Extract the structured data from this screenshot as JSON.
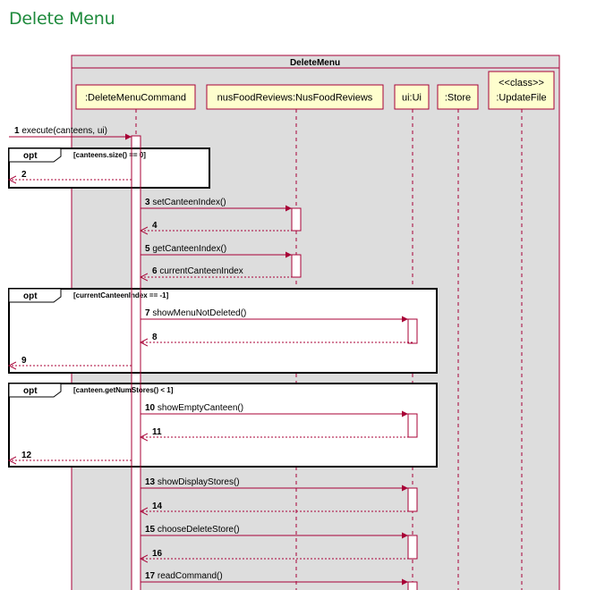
{
  "page": {
    "heading": "Delete Menu"
  },
  "diagram": {
    "box_title": "DeleteMenu",
    "colors": {
      "box_fill": "#dddddd",
      "box_border": "#a80036",
      "participant_fill": "#fefece",
      "arrow": "#a80036",
      "green_heading": "#1e8a3c"
    },
    "participants": [
      {
        "id": "cmd",
        "label": ":DeleteMenuCommand"
      },
      {
        "id": "nfr",
        "label": "nusFoodReviews:NusFoodReviews"
      },
      {
        "id": "ui",
        "label": "ui:Ui"
      },
      {
        "id": "store",
        "label": ":Store"
      },
      {
        "id": "uf",
        "label_line1": "<<class>>",
        "label_line2": ":UpdateFile"
      }
    ],
    "fragments": [
      {
        "keyword": "opt",
        "condition": "[canteens.size() == 0]"
      },
      {
        "keyword": "opt",
        "condition": "[currentCanteenIndex == -1]"
      },
      {
        "keyword": "opt",
        "condition": "[canteen.getNumStores() < 1]"
      }
    ],
    "messages": [
      {
        "num": "1",
        "text": "execute(canteens, ui)",
        "from": "left",
        "to": "cmd",
        "type": "call"
      },
      {
        "num": "2",
        "text": "",
        "from": "cmd",
        "to": "left",
        "type": "return"
      },
      {
        "num": "3",
        "text": "setCanteenIndex()",
        "from": "cmd",
        "to": "nfr",
        "type": "call"
      },
      {
        "num": "4",
        "text": "",
        "from": "nfr",
        "to": "cmd",
        "type": "return"
      },
      {
        "num": "5",
        "text": "getCanteenIndex()",
        "from": "cmd",
        "to": "nfr",
        "type": "call"
      },
      {
        "num": "6",
        "text": "currentCanteenIndex",
        "from": "nfr",
        "to": "cmd",
        "type": "return"
      },
      {
        "num": "7",
        "text": "showMenuNotDeleted()",
        "from": "cmd",
        "to": "ui",
        "type": "call"
      },
      {
        "num": "8",
        "text": "",
        "from": "ui",
        "to": "cmd",
        "type": "return"
      },
      {
        "num": "9",
        "text": "",
        "from": "cmd",
        "to": "left",
        "type": "return"
      },
      {
        "num": "10",
        "text": "showEmptyCanteen()",
        "from": "cmd",
        "to": "ui",
        "type": "call"
      },
      {
        "num": "11",
        "text": "",
        "from": "ui",
        "to": "cmd",
        "type": "return"
      },
      {
        "num": "12",
        "text": "",
        "from": "cmd",
        "to": "left",
        "type": "return"
      },
      {
        "num": "13",
        "text": "showDisplayStores()",
        "from": "cmd",
        "to": "ui",
        "type": "call"
      },
      {
        "num": "14",
        "text": "",
        "from": "ui",
        "to": "cmd",
        "type": "return"
      },
      {
        "num": "15",
        "text": "chooseDeleteStore()",
        "from": "cmd",
        "to": "ui",
        "type": "call"
      },
      {
        "num": "16",
        "text": "",
        "from": "ui",
        "to": "cmd",
        "type": "return"
      },
      {
        "num": "17",
        "text": "readCommand()",
        "from": "cmd",
        "to": "ui",
        "type": "call"
      }
    ]
  }
}
